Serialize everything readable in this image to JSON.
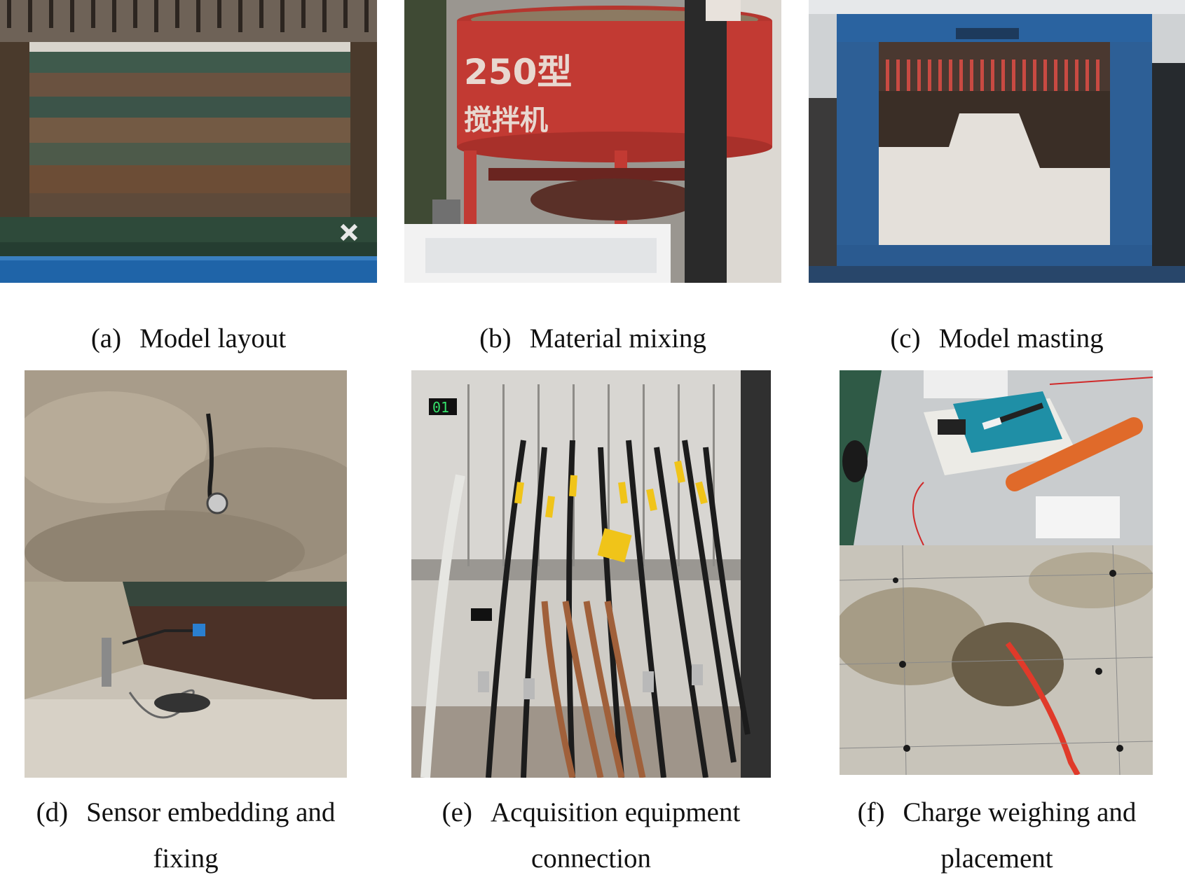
{
  "panels": [
    {
      "id": "a",
      "label": "(a)",
      "caption_lines": [
        "Model layout"
      ]
    },
    {
      "id": "b",
      "label": "(b)",
      "caption_lines": [
        "Material mixing"
      ]
    },
    {
      "id": "c",
      "label": "(c)",
      "caption_lines": [
        "Model masting"
      ]
    },
    {
      "id": "d",
      "label": "(d)",
      "caption_lines": [
        "Sensor embedding and",
        "fixing"
      ]
    },
    {
      "id": "e",
      "label": "(e)",
      "caption_lines": [
        "Acquisition equipment",
        "connection"
      ]
    },
    {
      "id": "f",
      "label": "(f)",
      "caption_lines": [
        "Charge weighing and",
        "placement"
      ]
    }
  ],
  "photo_text": {
    "mixer_line1": "250型",
    "mixer_line2": "搅拌机"
  }
}
